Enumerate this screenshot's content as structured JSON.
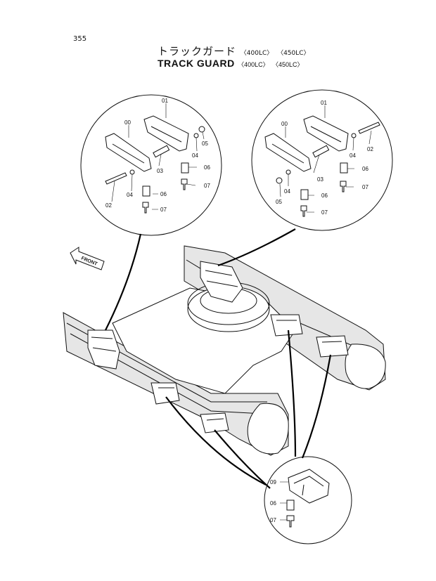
{
  "page": {
    "number": "355"
  },
  "title": {
    "japanese": "トラックガード",
    "english": "TRACK GUARD",
    "variants": [
      "〈400LC〉",
      "〈450LC〉"
    ]
  },
  "direction_label": "FRONT",
  "callouts": {
    "left_detail": [
      "01",
      "00",
      "05",
      "04",
      "06",
      "03",
      "02",
      "04",
      "07",
      "06",
      "07"
    ],
    "right_detail": [
      "01",
      "00",
      "02",
      "04",
      "06",
      "03",
      "07",
      "05",
      "04",
      "06",
      "07"
    ],
    "bottom_detail": [
      "09",
      "06",
      "07"
    ]
  }
}
